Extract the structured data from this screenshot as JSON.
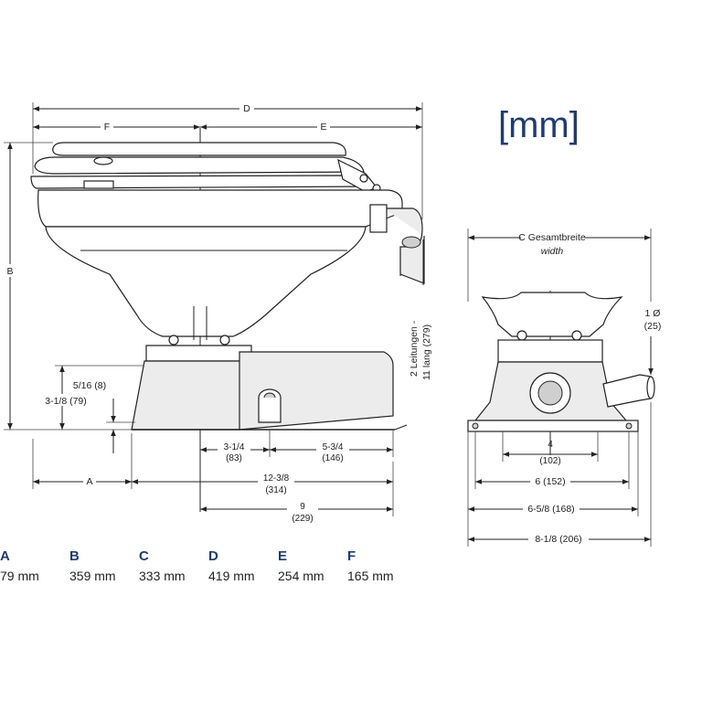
{
  "unit_title": "[mm]",
  "labels": {
    "D": "D",
    "F": "F",
    "E": "E",
    "B": "B",
    "A": "A",
    "c_width_de": "C Gesamtbreite",
    "c_width_en": "width",
    "wires_line1": "2 Leitungen -",
    "wires_line2": "11 lang (279)",
    "d_5_16": "5/16 (8)",
    "d_3_1_8": "3-1/8 (79)",
    "d_3_1_4": "3-1/4",
    "d_3_1_4_mm": "(83)",
    "d_5_3_4": "5-3/4",
    "d_5_3_4_mm": "(146)",
    "d_12_3_8": "12-3/8",
    "d_12_3_8_mm": "(314)",
    "d_9": "9",
    "d_9_mm": "(229)",
    "d_1": "1 Ø",
    "d_1_mm": "(25)",
    "d_4": "4",
    "d_4_mm": "(102)",
    "d_6": "6 (152)",
    "d_6_5_8": "6-5/8 (168)",
    "d_8_1_8": "8-1/8 (206)"
  },
  "dimension_table": [
    {
      "letter": "A",
      "value": "79 mm"
    },
    {
      "letter": "B",
      "value": "359 mm"
    },
    {
      "letter": "C",
      "value": "333 mm"
    },
    {
      "letter": "D",
      "value": "419 mm"
    },
    {
      "letter": "E",
      "value": "254 mm"
    },
    {
      "letter": "F",
      "value": "165 mm"
    }
  ],
  "colors": {
    "accent": "#1f3c6e",
    "line": "#222222"
  }
}
